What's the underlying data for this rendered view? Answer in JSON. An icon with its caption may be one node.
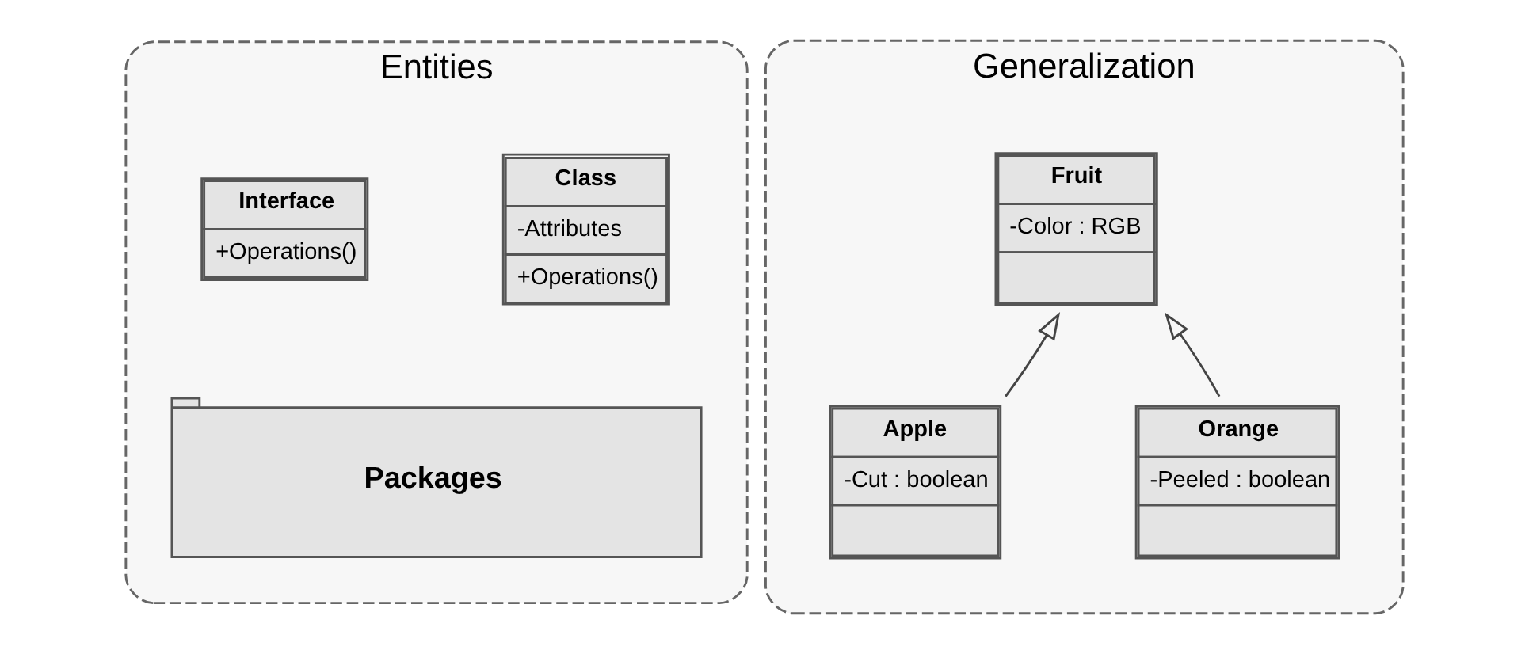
{
  "diagram": {
    "nodes": [
      {
        "text": [
          "Entities"
        ]
      },
      {
        "text": [
          "Class",
          "-Attributes",
          "+Operations()"
        ],
        "in": 0
      },
      {
        "text": [
          "Interface",
          "+Operations()"
        ],
        "in": 0
      },
      {
        "text": [
          "Packages"
        ],
        "in": 0
      },
      {
        "text": [
          "Generalization"
        ]
      },
      {
        "text": [
          "Fruit",
          "-Color : RGB"
        ],
        "in": 4
      },
      {
        "text": [
          "Apple",
          "-Cut : boolean"
        ],
        "in": 4
      },
      {
        "text": [
          "Orange",
          "-Peeled : boolean"
        ],
        "in": 4
      }
    ],
    "edges": [
      {
        "from": 6,
        "to": 5,
        "arrow": "to"
      },
      {
        "from": 7,
        "to": 5,
        "arrow": "to"
      }
    ]
  }
}
